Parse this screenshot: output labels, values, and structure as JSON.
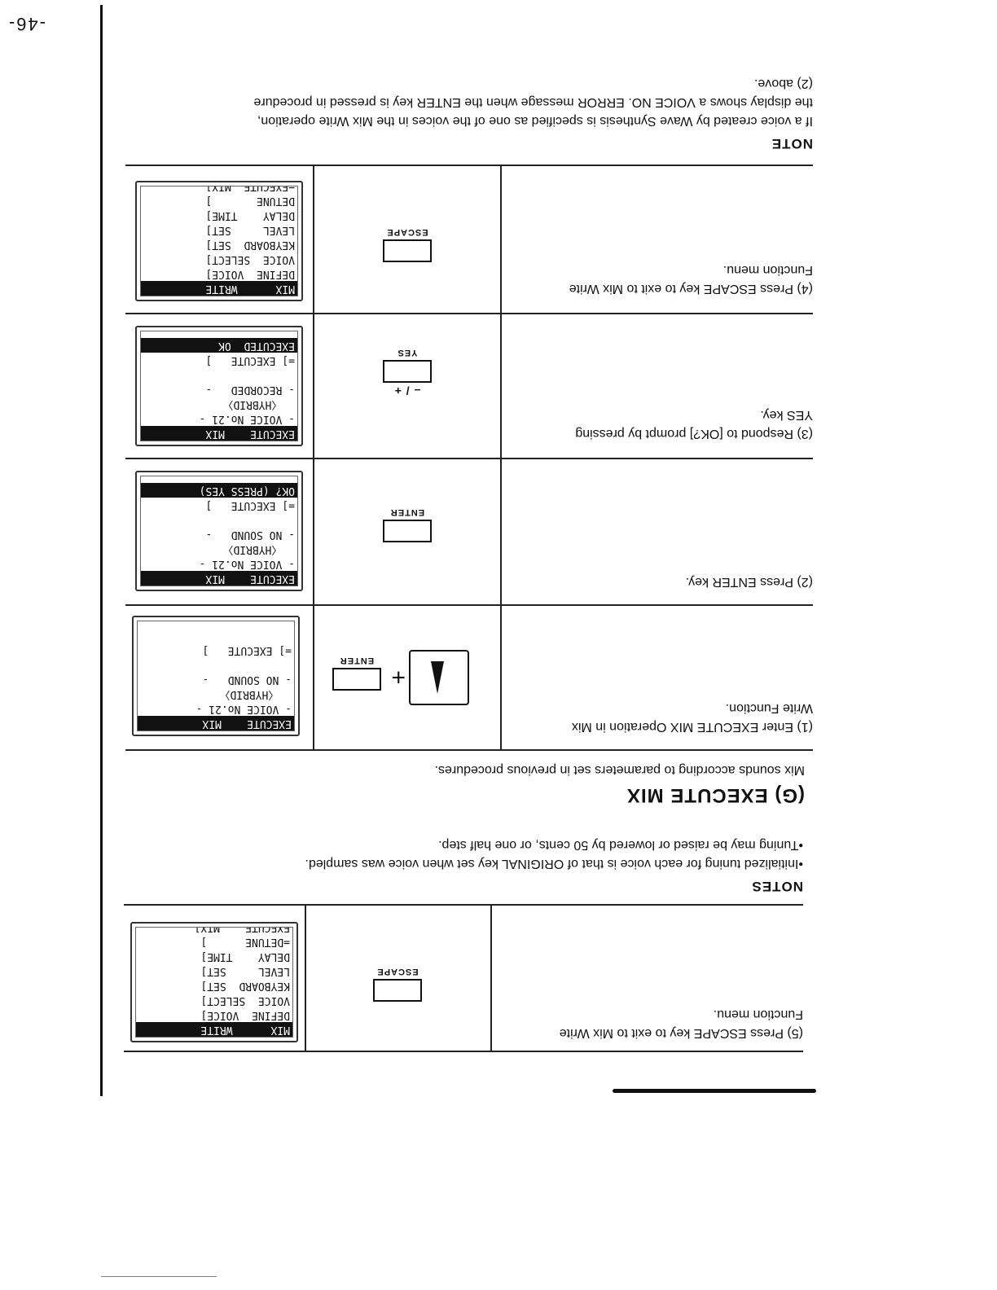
{
  "page_number": "-46-",
  "note_top": {
    "heading": "NOTE",
    "lines": [
      "If a voice created by Wave Synthesis is specified as one of the voices in the Mix Write operation,",
      "the display shows a VOICE NO. ERROR message when the ENTER key is pressed in procedure",
      "(2) above."
    ]
  },
  "steps_top": [
    {
      "text": [
        "(4) Press ESCAPE key to exit to Mix Write",
        "Function menu."
      ],
      "key": "ESCAPE",
      "lcd": [
        {
          "t": "MIX      WRITE",
          "inv": true
        },
        {
          "t": "DEFINE  VOICE]",
          "inv": false
        },
        {
          "t": "VOICE  SELECT]",
          "inv": false
        },
        {
          "t": "KEYBOARD  SET]",
          "inv": false
        },
        {
          "t": "LEVEL     SET]",
          "inv": false
        },
        {
          "t": "DELAY    TIME]",
          "inv": false
        },
        {
          "t": "DETUNE       ]",
          "inv": false
        },
        {
          "t": "=EXECUTE  MIX]",
          "inv": false
        }
      ]
    },
    {
      "text": [
        "(3) Respond to [OK?] prompt by pressing",
        "YES key."
      ],
      "key": "YES",
      "key_sub": "– / +",
      "lcd": [
        {
          "t": "EXECUTE    MIX",
          "inv": true
        },
        {
          "t": "- VOICE No.21 -",
          "inv": false
        },
        {
          "t": "  〈HYBRID〉   ",
          "inv": false
        },
        {
          "t": "- RECORDED   -",
          "inv": false
        },
        {
          "t": "",
          "inv": false
        },
        {
          "t": "=] EXECUTE   ]",
          "inv": false
        },
        {
          "t": "EXECUTED  OK  ",
          "inv": true
        },
        {
          "t": "",
          "inv": false
        }
      ]
    },
    {
      "text": [
        "(2) Press ENTER key."
      ],
      "key": "ENTER",
      "lcd": [
        {
          "t": "EXECUTE    MIX",
          "inv": true
        },
        {
          "t": "- VOICE No.21 -",
          "inv": false
        },
        {
          "t": "  〈HYBRID〉   ",
          "inv": false
        },
        {
          "t": "- NO SOUND   -",
          "inv": false
        },
        {
          "t": "",
          "inv": false
        },
        {
          "t": "=] EXECUTE   ]",
          "inv": false
        },
        {
          "t": "OK? (PRESS YES)",
          "inv": true
        },
        {
          "t": "",
          "inv": false
        }
      ]
    },
    {
      "text": [
        "(1) Enter EXECUTE MIX Operation in Mix",
        "Write Function."
      ],
      "key": "ENTER",
      "lcd": [
        {
          "t": "EXECUTE    MIX",
          "inv": true
        },
        {
          "t": "- VOICE No.21 -",
          "inv": false
        },
        {
          "t": "  〈HYBRID〉   ",
          "inv": false
        },
        {
          "t": "- NO SOUND   -",
          "inv": false
        },
        {
          "t": "",
          "inv": false
        },
        {
          "t": "=] EXECUTE   ]",
          "inv": false
        },
        {
          "t": "",
          "inv": false
        },
        {
          "t": "",
          "inv": false
        }
      ]
    }
  ],
  "section": {
    "title": "(G) EXECUTE MIX",
    "subtitle": "Mix sounds according to parameters set in previous procedures."
  },
  "notes_mid": {
    "heading": "NOTES",
    "lines": [
      "•Initialized tuning for each voice is that of ORIGINAL key set when voice was sampled.",
      "•Tuning may be raised or lowered by 50 cents, or one half step."
    ]
  },
  "step_bottom": {
    "text": [
      "(5) Press ESCAPE key to exit to Mix Write",
      "Function menu."
    ],
    "key": "ESCAPE",
    "lcd": [
      {
        "t": "MIX      WRITE",
        "inv": true
      },
      {
        "t": "DEFINE  VOICE]",
        "inv": false
      },
      {
        "t": "VOICE  SELECT]",
        "inv": false
      },
      {
        "t": "KEYBOARD  SET]",
        "inv": false
      },
      {
        "t": "LEVEL     SET]",
        "inv": false
      },
      {
        "t": "DELAY    TIME]",
        "inv": false
      },
      {
        "t": "=DETUNE      ]",
        "inv": false
      },
      {
        "t": "EXECUTE    MIX]",
        "inv": false
      }
    ]
  }
}
